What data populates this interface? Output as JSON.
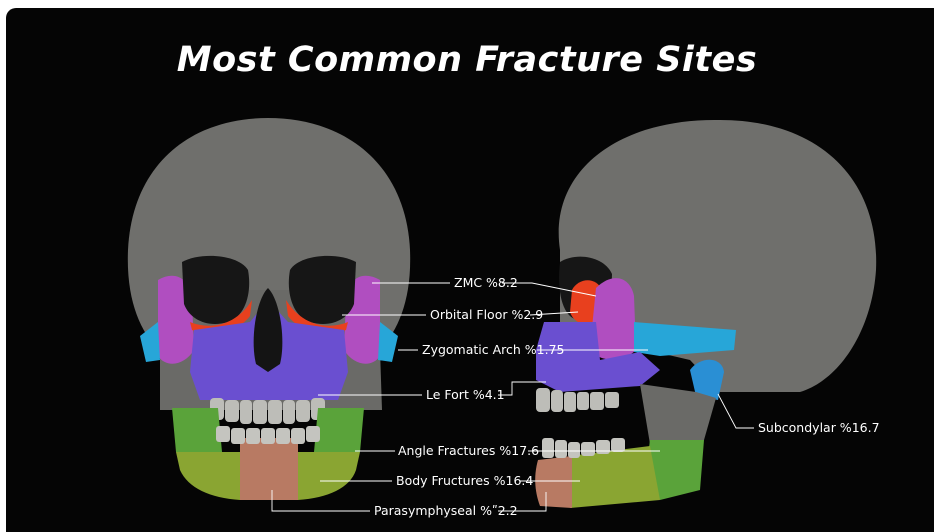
{
  "title": "Most Common Fracture Sites",
  "colors": {
    "background": "#050505",
    "bone": "#6f6f6c",
    "zmc": "#b04ec0",
    "orbital_floor": "#e8401e",
    "zygomatic_arch": "#27a6d8",
    "le_fort": "#6a4fd0",
    "angle": "#5aa33a",
    "body": "#8aa532",
    "parasymphyseal": "#b87a63",
    "subcondylar": "#2a8fd4"
  },
  "labels": {
    "zmc": "ZMC %8.2",
    "orbital_floor": "Orbital Floor %2.9",
    "zygomatic_arch": "Zygomatic Arch %1.75",
    "le_fort": "Le Fort %4.1",
    "subcondylar": "Subcondylar %16.7",
    "angle": "Angle Fractures %17.6",
    "body": "Body Fructures %16.4",
    "parasymphyseal": "Parasymphyseal %ʺ2.2"
  }
}
